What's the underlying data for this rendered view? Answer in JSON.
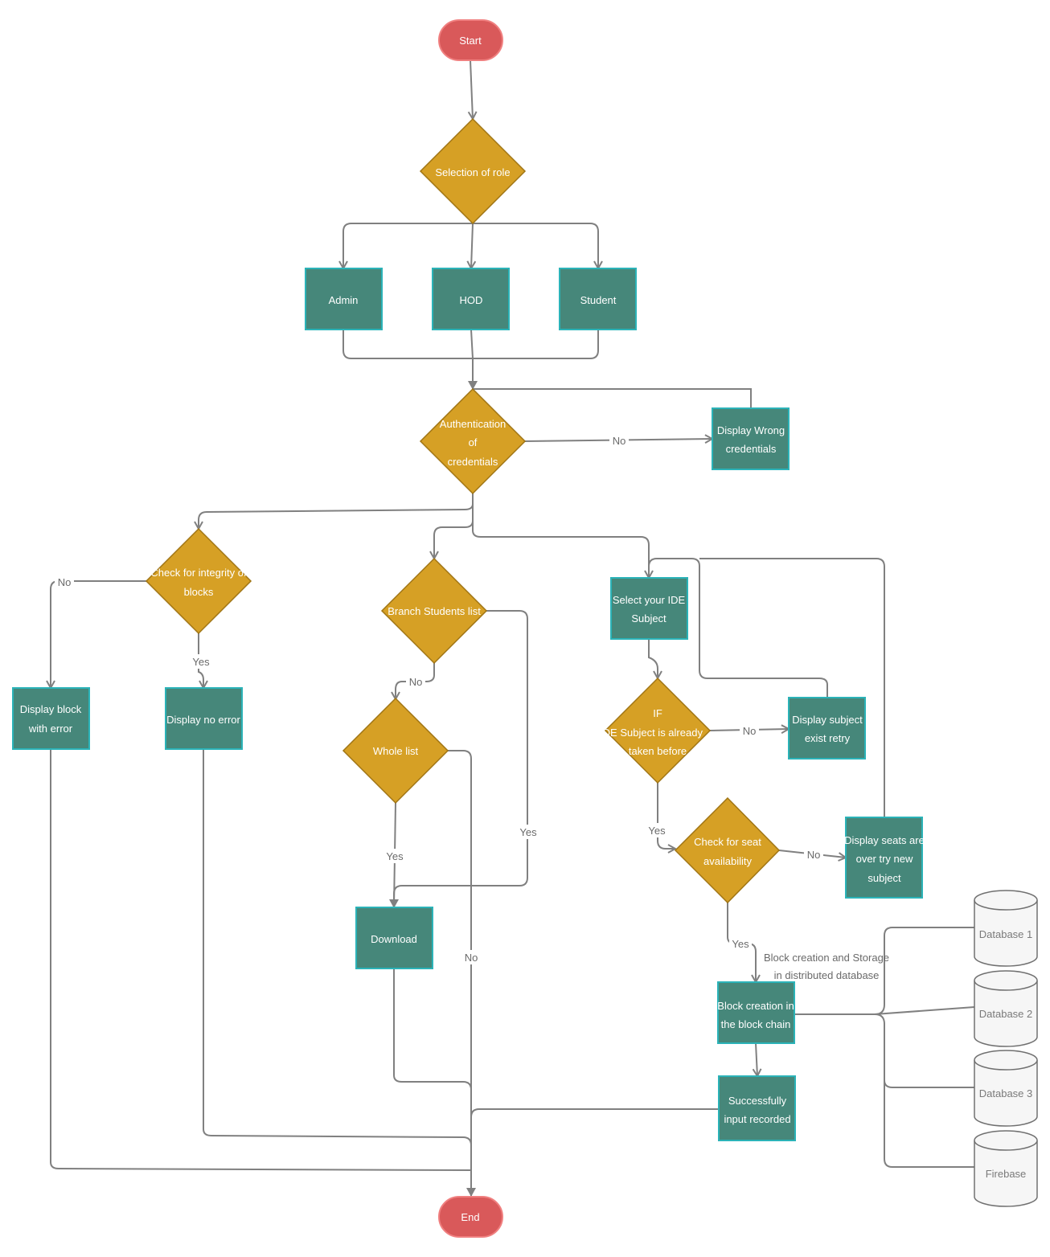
{
  "colors": {
    "terminal": "#d9595a",
    "terminal_stroke": "#f08080",
    "decision": "#d6a025",
    "decision_stroke": "#a07515",
    "process": "#46877a",
    "process_stroke": "#2bb3b8",
    "edge": "#808080",
    "database_fill": "#f6f6f6",
    "database_stroke": "#707070"
  },
  "nodes": {
    "start": "Start",
    "end": "End",
    "selection_of_role": "Selection of role",
    "admin": "Admin",
    "hod": "HOD",
    "student": "Student",
    "auth": [
      "Authentication",
      "of",
      "credentials"
    ],
    "wrong_credentials": [
      "Display Wrong",
      "credentials"
    ],
    "integrity": [
      "Check for integrity of",
      "blocks"
    ],
    "branch_list": "Branch Students list",
    "whole_list": "Whole list",
    "download": "Download",
    "select_ide": [
      "Select  your IDE",
      "Subject"
    ],
    "if_taken": [
      "IF",
      "IDE Subject is already",
      "taken before"
    ],
    "subject_exist": [
      "Display subject",
      "exist retry"
    ],
    "seat_check": [
      "Check for seat",
      "availability"
    ],
    "seats_over": [
      "Display seats are",
      "over try new",
      "subject"
    ],
    "block_error": [
      "Display block",
      "with error"
    ],
    "no_error": "Display no error",
    "block_creation": [
      "Block creation in",
      "the block chain"
    ],
    "success": [
      "Successfully",
      "input recorded"
    ]
  },
  "edge_labels": {
    "no": "No",
    "yes": "Yes"
  },
  "annotation": [
    "Block creation and Storage",
    "in distributed database"
  ],
  "databases": [
    "Database 1",
    "Database 2",
    "Database 3",
    "Firebase"
  ]
}
